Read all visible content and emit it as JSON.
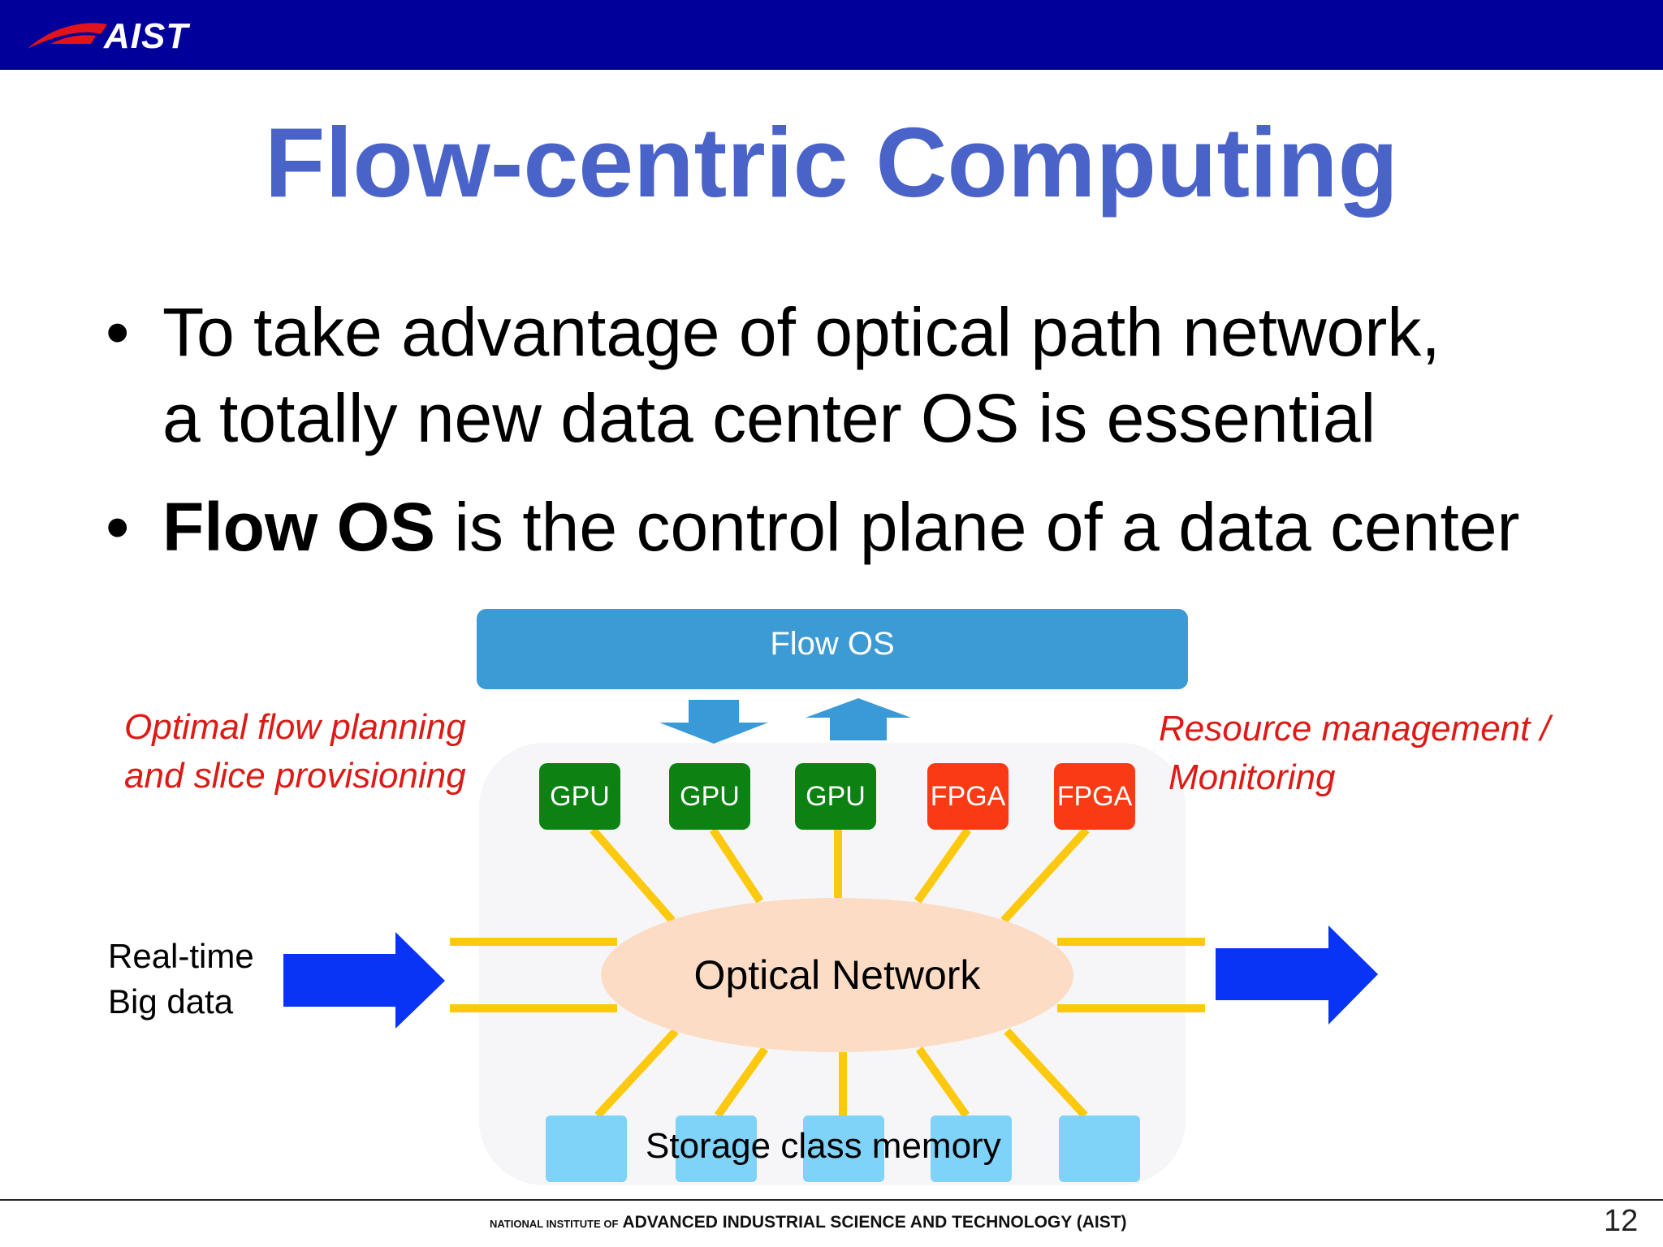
{
  "header": {
    "logo_text": "AIST",
    "bar_color": "#01009a",
    "logo_icon": "aist-swoosh-icon"
  },
  "title": "Flow-centric Computing",
  "bullets": {
    "b1_line1": "To take advantage of optical path network,",
    "b1_line2": "a totally new data center OS is essential",
    "b2_bold": "Flow OS",
    "b2_rest": " is the control plane of a data center",
    "marker": "•"
  },
  "diagram": {
    "flow_os": "Flow OS",
    "chips": [
      "GPU",
      "GPU",
      "GPU",
      "FPGA",
      "FPGA"
    ],
    "left_note": [
      "Optimal flow planning",
      "and slice provisioning"
    ],
    "right_note": [
      "Resource management /",
      "Monitoring"
    ],
    "center": "Optical Network",
    "input": [
      "Real-time",
      "Big data"
    ],
    "storage": "Storage class memory",
    "colors": {
      "flow_os": "#3c9ad4",
      "gpu": "#0b8211",
      "fpga": "#fa3a14",
      "links": "#fcc90f",
      "storage": "#7fd3f9",
      "network": "#fcdcc4",
      "data_arrows": "#0a34f5",
      "note_text": "#dd1a16"
    }
  },
  "footer": {
    "prefix": "NATIONAL INSTITUTE OF",
    "main": "ADVANCED INDUSTRIAL SCIENCE AND TECHNOLOGY (AIST)",
    "page": "12"
  }
}
